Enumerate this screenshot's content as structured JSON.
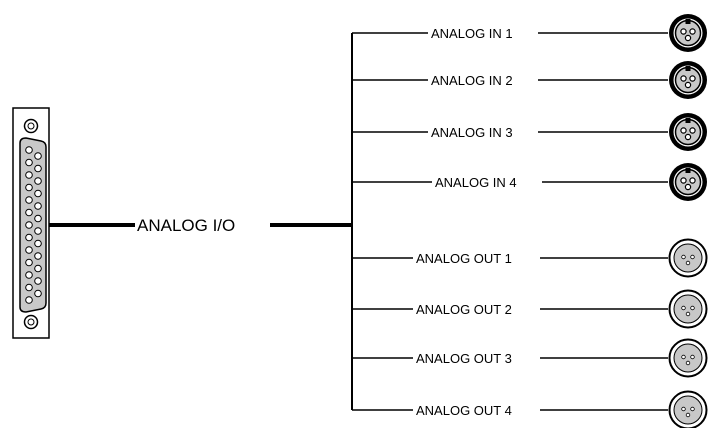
{
  "main_label": "ANALOG I/O",
  "inputs": [
    {
      "label": "ANALOG IN 1"
    },
    {
      "label": "ANALOG IN 2"
    },
    {
      "label": "ANALOG IN 3"
    },
    {
      "label": "ANALOG IN 4"
    }
  ],
  "outputs": [
    {
      "label": "ANALOG OUT 1"
    },
    {
      "label": "ANALOG OUT 2"
    },
    {
      "label": "ANALOG OUT 3"
    },
    {
      "label": "ANALOG OUT 4"
    }
  ],
  "connector": {
    "type": "DB-25",
    "pins": 25
  },
  "input_connector_type": "XLR-female",
  "output_connector_type": "XLR-male",
  "colors": {
    "line": "#000000",
    "connector_face": "#c8c8c8",
    "background": "#ffffff"
  }
}
